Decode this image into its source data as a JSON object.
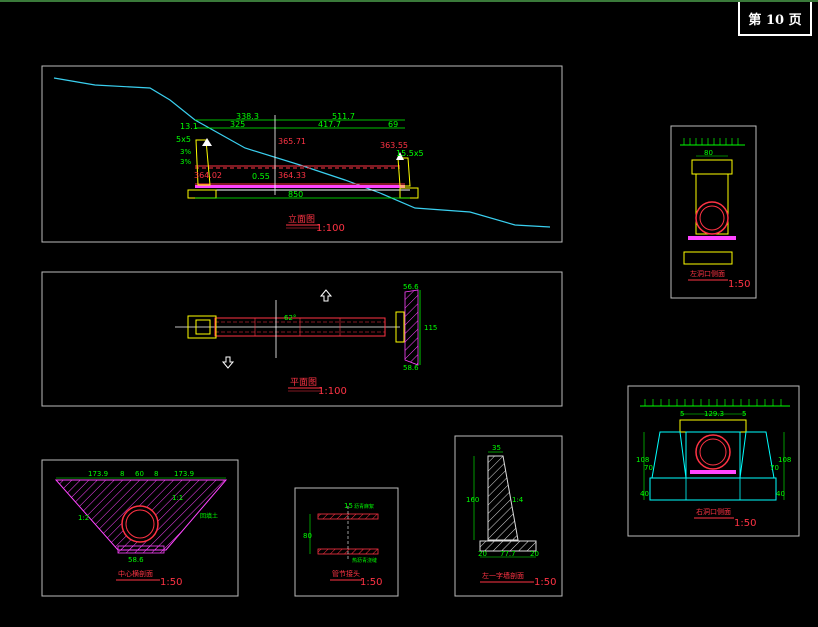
{
  "page_label": "第 10 页",
  "elevation_view": {
    "title": "立面图",
    "scale": "1:100",
    "dims_top": [
      "338.3",
      "511.7",
      "325",
      "417.7",
      "69"
    ],
    "dims_left": [
      "13.1",
      "5x5",
      "3%",
      "3%"
    ],
    "levels": [
      "365.71",
      "363.55",
      "364.02",
      "364.33"
    ],
    "slope": "0.55",
    "right_dims": [
      "15.5x5"
    ],
    "length": "850"
  },
  "plan_view": {
    "title": "平面图",
    "scale": "1:100",
    "angle": "62°",
    "right_dims": [
      "56.6",
      "115",
      "58.6"
    ]
  },
  "left_portal": {
    "title": "左洞口侧面",
    "scale": "1:50",
    "dim": "80"
  },
  "right_portal": {
    "title": "右洞口侧面",
    "scale": "1:50",
    "dims": [
      "129.3",
      "5",
      "5",
      "108",
      "70",
      "40",
      "108",
      "70",
      "40"
    ]
  },
  "middle_section": {
    "title": "中心横剖面",
    "scale": "1:50",
    "dims_top": [
      "173.9",
      "8",
      "60",
      "8",
      "173.9"
    ],
    "dims_bottom": [
      "58.6"
    ],
    "labels": [
      "1:2",
      "1:1",
      "回填土"
    ]
  },
  "joint_detail": {
    "title": "管节接头",
    "scale": "1:50",
    "dims": [
      "15",
      "80"
    ],
    "labels": [
      "沥青麻絮",
      "热沥青浇缝"
    ]
  },
  "wing_wall": {
    "title": "左一字墙剖面",
    "scale": "1:50",
    "dims": [
      "35",
      "160",
      "1:4",
      "20",
      "77.7",
      "20"
    ]
  }
}
